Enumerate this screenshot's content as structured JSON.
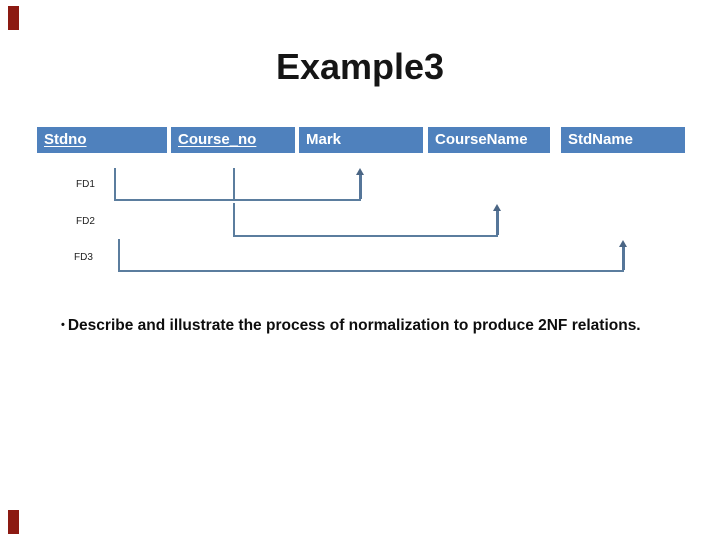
{
  "slide": {
    "title": "Example3",
    "bullet": {
      "marker": "•",
      "text": "Describe and illustrate the process of normalization to produce 2NF relations."
    }
  },
  "table": {
    "header_bg": "#4f81bd",
    "header_text_color": "#ffffff",
    "columns": [
      {
        "label": "Stdno",
        "underlined": true
      },
      {
        "label": "Course_no",
        "underlined": true
      },
      {
        "label": "Mark",
        "underlined": false
      },
      {
        "label": "CourseName",
        "underlined": false
      },
      {
        "label": "StdName",
        "underlined": false
      }
    ]
  },
  "fds": [
    {
      "label": "FD1",
      "determinants": "Stdno, Course_no",
      "dependent": "Mark"
    },
    {
      "label": "FD2",
      "determinants": "Course_no",
      "dependent": "CourseName"
    },
    {
      "label": "FD3",
      "determinants": "Stdno",
      "dependent": "StdName"
    }
  ],
  "decor": {
    "accent_bar_color": "#8c1a12",
    "fd_line_color": "#5b7d9e",
    "fd_arrow_color": "#4a6584"
  }
}
